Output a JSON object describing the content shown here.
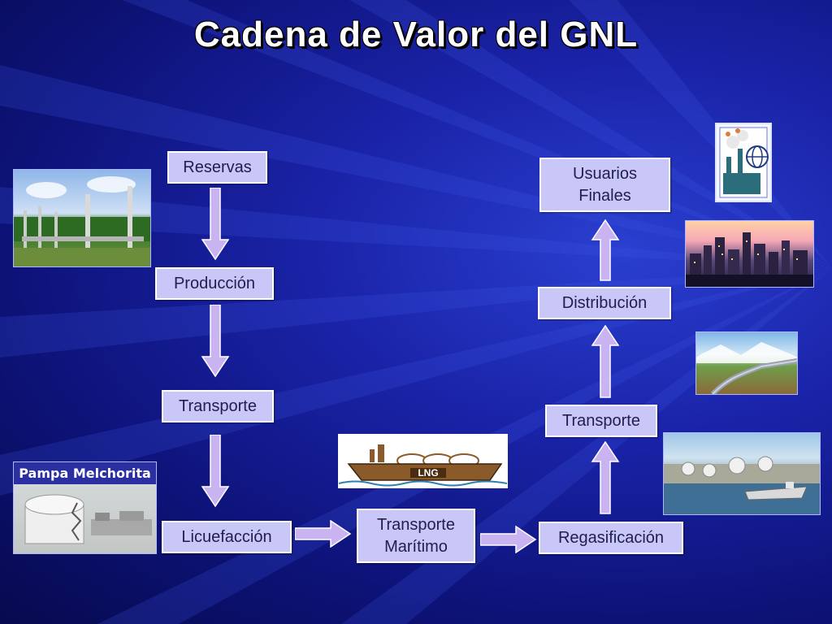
{
  "title": "Cadena de Valor del GNL",
  "boxes": {
    "reservas": "Reservas",
    "produccion": "Producción",
    "transporte_left": "Transporte",
    "licuefaccion": "Licuefacción",
    "transporte_maritimo_1": "Transporte",
    "transporte_maritimo_2": "Marítimo",
    "regasificacion": "Regasificación",
    "transporte_right": "Transporte",
    "distribucion": "Distribución",
    "usuarios_1": "Usuarios",
    "usuarios_2": "Finales"
  },
  "images": {
    "pampa_label": "Pampa Melchorita",
    "ship_label": "LNG"
  },
  "colors": {
    "box_fill": "#c9c7f7",
    "arrow_fill": "#c9b3f0",
    "background": "#1a23a8"
  }
}
